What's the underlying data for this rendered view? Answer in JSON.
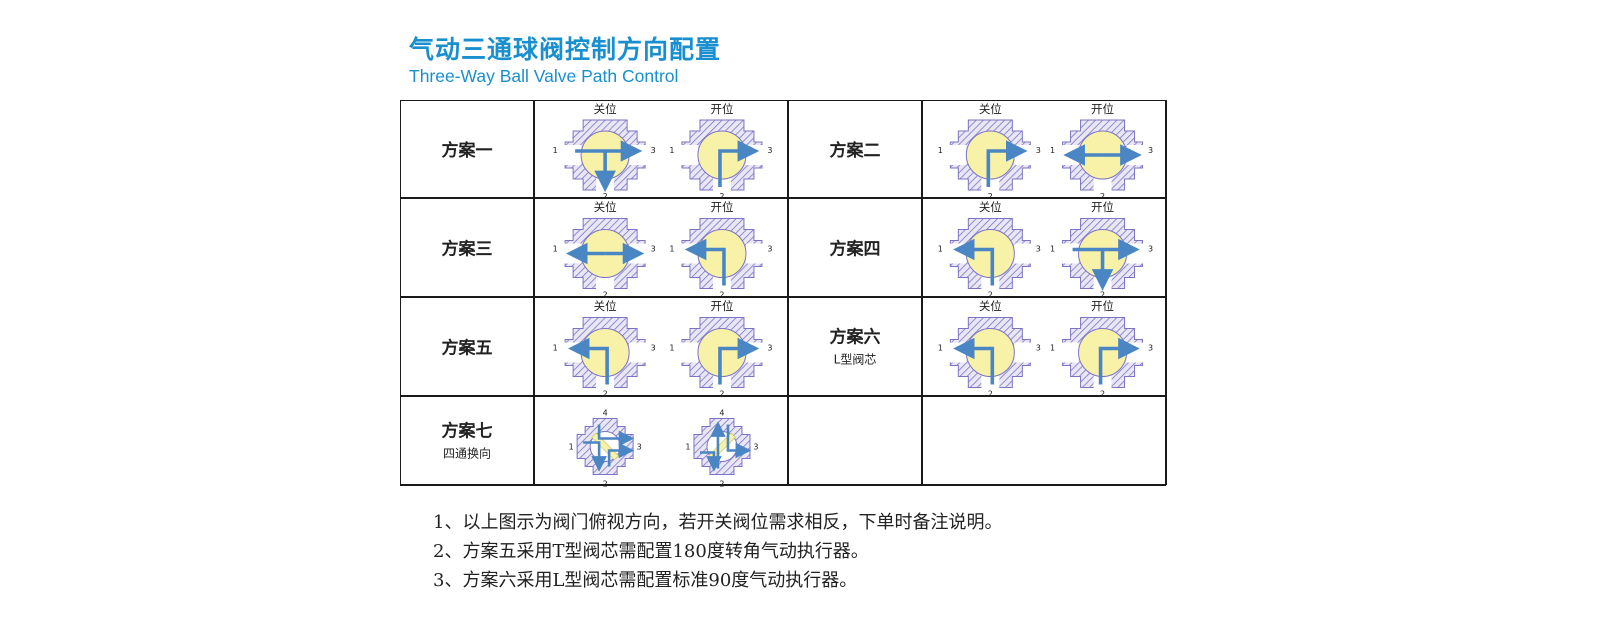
{
  "title_zh": "气动三通球阀控制方向配置",
  "title_en": "Three-Way Ball Valve Path Control",
  "state_labels": {
    "closed": "关位",
    "open": "开位"
  },
  "rows": [
    {
      "cells": [
        {
          "name": "方案一",
          "sub": "",
          "closed": "T",
          "open": "R"
        },
        {
          "name": "方案二",
          "sub": "",
          "closed": "R",
          "open": "H"
        }
      ]
    },
    {
      "cells": [
        {
          "name": "方案三",
          "sub": "",
          "closed": "H",
          "open": "L"
        },
        {
          "name": "方案四",
          "sub": "",
          "closed": "L",
          "open": "T"
        }
      ]
    },
    {
      "cells": [
        {
          "name": "方案五",
          "sub": "",
          "closed": "L",
          "open": "R"
        },
        {
          "name": "方案六",
          "sub": "L型阀芯",
          "closed": "L",
          "open": "R"
        }
      ]
    },
    {
      "cells": [
        {
          "name": "方案七",
          "sub": "四通换向",
          "closed": "X1",
          "open": "X2"
        },
        null
      ]
    }
  ],
  "port_labels": [
    "1",
    "2",
    "3",
    "4"
  ],
  "notes": [
    "1、以上图示为阀门俯视方向，若开关阀位需求相反，下单时备注说明。",
    "2、方案五采用T型阀芯需配置180度转角气动执行器。",
    "3、方案六采用L型阀芯需配置标准90度气动执行器。"
  ],
  "colors": {
    "title": "#1a8fd0",
    "arrow": "#4a86c4",
    "hatch": "#7b74c6",
    "ball": "#f8f2a8",
    "border": "#1a1a1a"
  }
}
